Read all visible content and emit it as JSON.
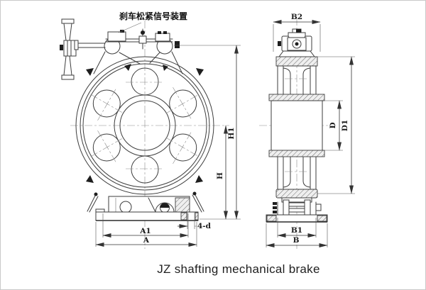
{
  "drawing": {
    "title": "JZ shafting mechanical brake",
    "callouts": {
      "signal_device": "刹车松紧信号装置"
    },
    "front_view": {
      "name": "front-view",
      "dim_h1": "H1",
      "dim_h": "H",
      "dim_a1": "A1",
      "dim_a": "A",
      "dim_holes": "4-d"
    },
    "side_view": {
      "name": "side-view",
      "dim_b2": "B2",
      "dim_d": "D",
      "dim_d1": "D1",
      "dim_b1": "B1",
      "dim_b": "B"
    },
    "colors": {
      "line": "#3d3d3d",
      "dim_line": "#333333",
      "dark_fill": "#1e1e1e",
      "hatch": "#6b6b6b",
      "background": "#ffffff",
      "border": "#c9c9c9"
    }
  }
}
